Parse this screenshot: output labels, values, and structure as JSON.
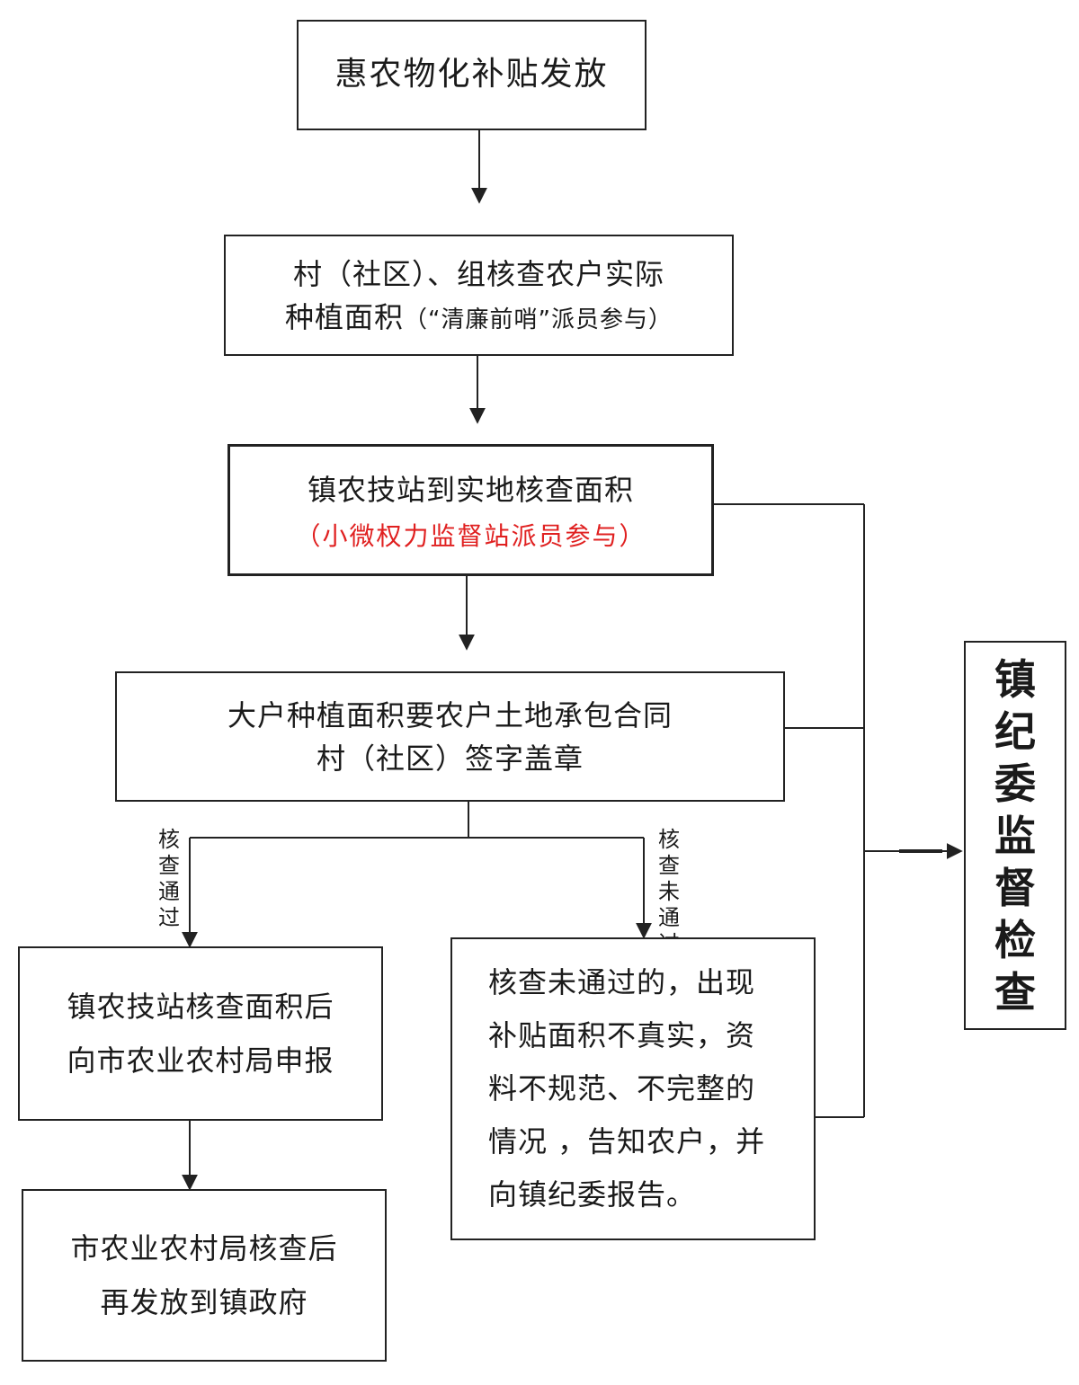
{
  "title_box": "惠农物化补贴发放",
  "step2": {
    "line1": "村（社区）、组核查农户实际",
    "line2_main": "种植面积",
    "line2_note": "（“清廉前哨”派员参与）"
  },
  "step3": {
    "line1": "镇农技站到实地核查面积",
    "note": "（小微权力监督站派员参与）"
  },
  "step4": {
    "line1": "大户种植面积要农户土地承包合同",
    "line2": "村（社区）签字盖章"
  },
  "branch_pass_label": "核查通过",
  "branch_fail_label": "核查未通过",
  "pass_box": {
    "line1": "镇农技站核查面积后",
    "line2": "向市农业农村局申报"
  },
  "final_box": {
    "line1": "市农业农村局核查后",
    "line2": "再发放到镇政府"
  },
  "fail_box": {
    "lines": [
      "核查未通过的，出现",
      "补贴面积不真实，资",
      "料不规范、不完整的",
      "情况 ，告知农户，并",
      "向镇纪委报告。"
    ]
  },
  "side_box": "镇纪委监督检查",
  "colors": {
    "note_red": "#e02020",
    "line": "#222222"
  }
}
